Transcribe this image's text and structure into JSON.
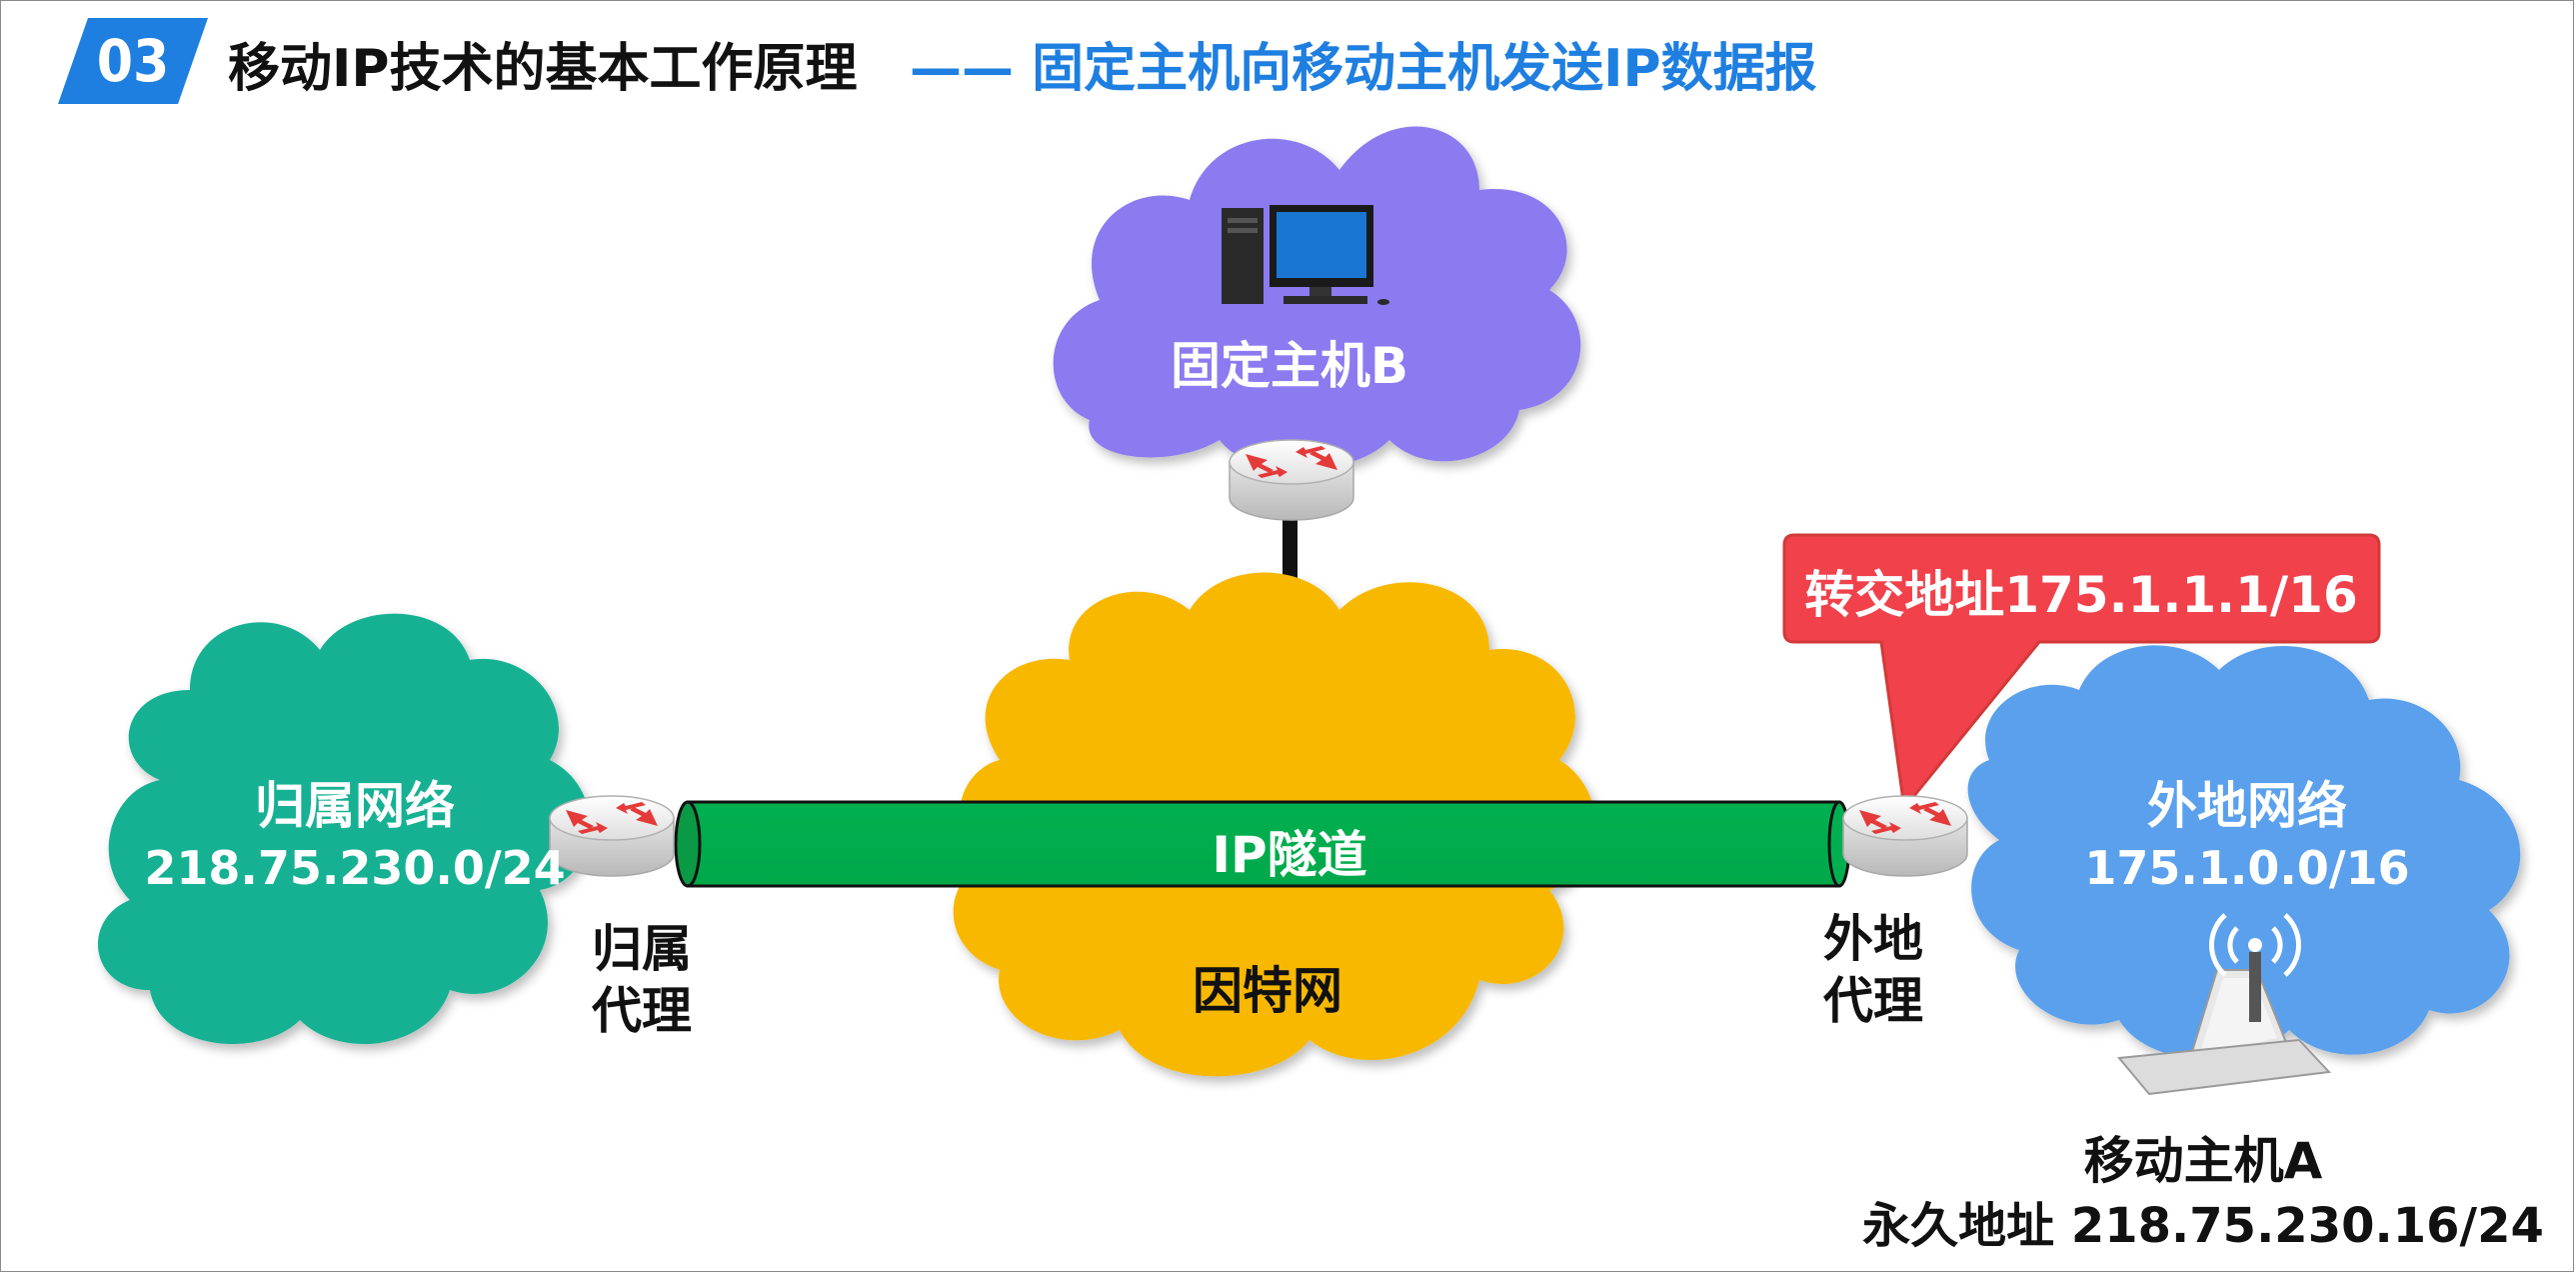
{
  "header": {
    "section_number": "03",
    "title": "移动IP技术的基本工作原理",
    "subtitle": "—— 固定主机向移动主机发送IP数据报"
  },
  "colors": {
    "accent_blue": "#1f7fe0",
    "home_network": "#12b193",
    "internet": "#f8b800",
    "fixed_host_cloud": "#8c7af0",
    "foreign_network": "#5aa0ec",
    "tunnel": "#00b050",
    "callout": "#f1414b"
  },
  "fixed_host": {
    "label": "固定主机B",
    "icon": "desktop-computer-icon"
  },
  "internet": {
    "label": "因特网"
  },
  "home_network": {
    "name": "归属网络",
    "prefix": "218.75.230.0/24"
  },
  "home_agent": {
    "line1": "归属",
    "line2": "代理",
    "icon": "router-icon"
  },
  "foreign_network": {
    "name": "外地网络",
    "prefix": "175.1.0.0/16"
  },
  "foreign_agent": {
    "line1": "外地",
    "line2": "代理",
    "icon": "router-icon"
  },
  "tunnel": {
    "label": "IP隧道"
  },
  "care_of_callout": {
    "text": "转交地址175.1.1.1/16"
  },
  "mobile_host": {
    "name": "移动主机A",
    "permanent_address": "永久地址 218.75.230.16/24",
    "icon": "wireless-laptop-icon"
  }
}
